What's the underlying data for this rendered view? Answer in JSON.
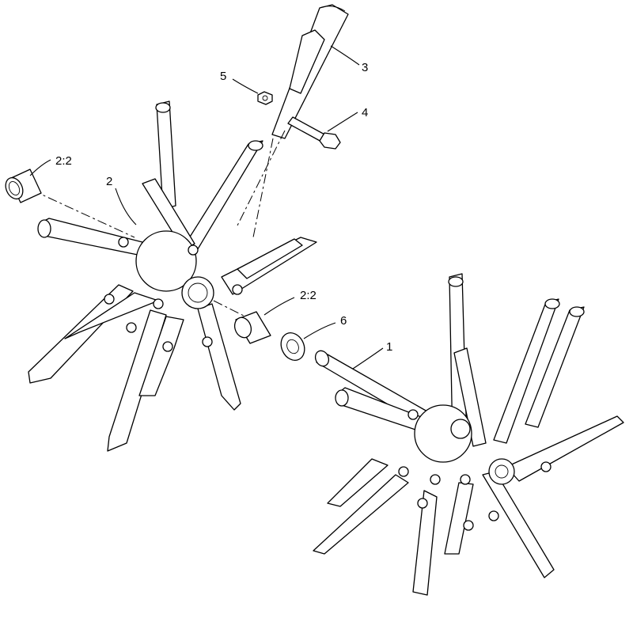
{
  "callouts": [
    {
      "id": "c-3",
      "label": "3"
    },
    {
      "id": "c-5",
      "label": "5"
    },
    {
      "id": "c-4",
      "label": "4"
    },
    {
      "id": "c-2-2-top",
      "label": "2:2"
    },
    {
      "id": "c-2",
      "label": "2"
    },
    {
      "id": "c-2-2-mid",
      "label": "2:2"
    },
    {
      "id": "c-6",
      "label": "6"
    },
    {
      "id": "c-1",
      "label": "1"
    }
  ],
  "colors": {
    "line": "#000000",
    "background": "#ffffff"
  }
}
